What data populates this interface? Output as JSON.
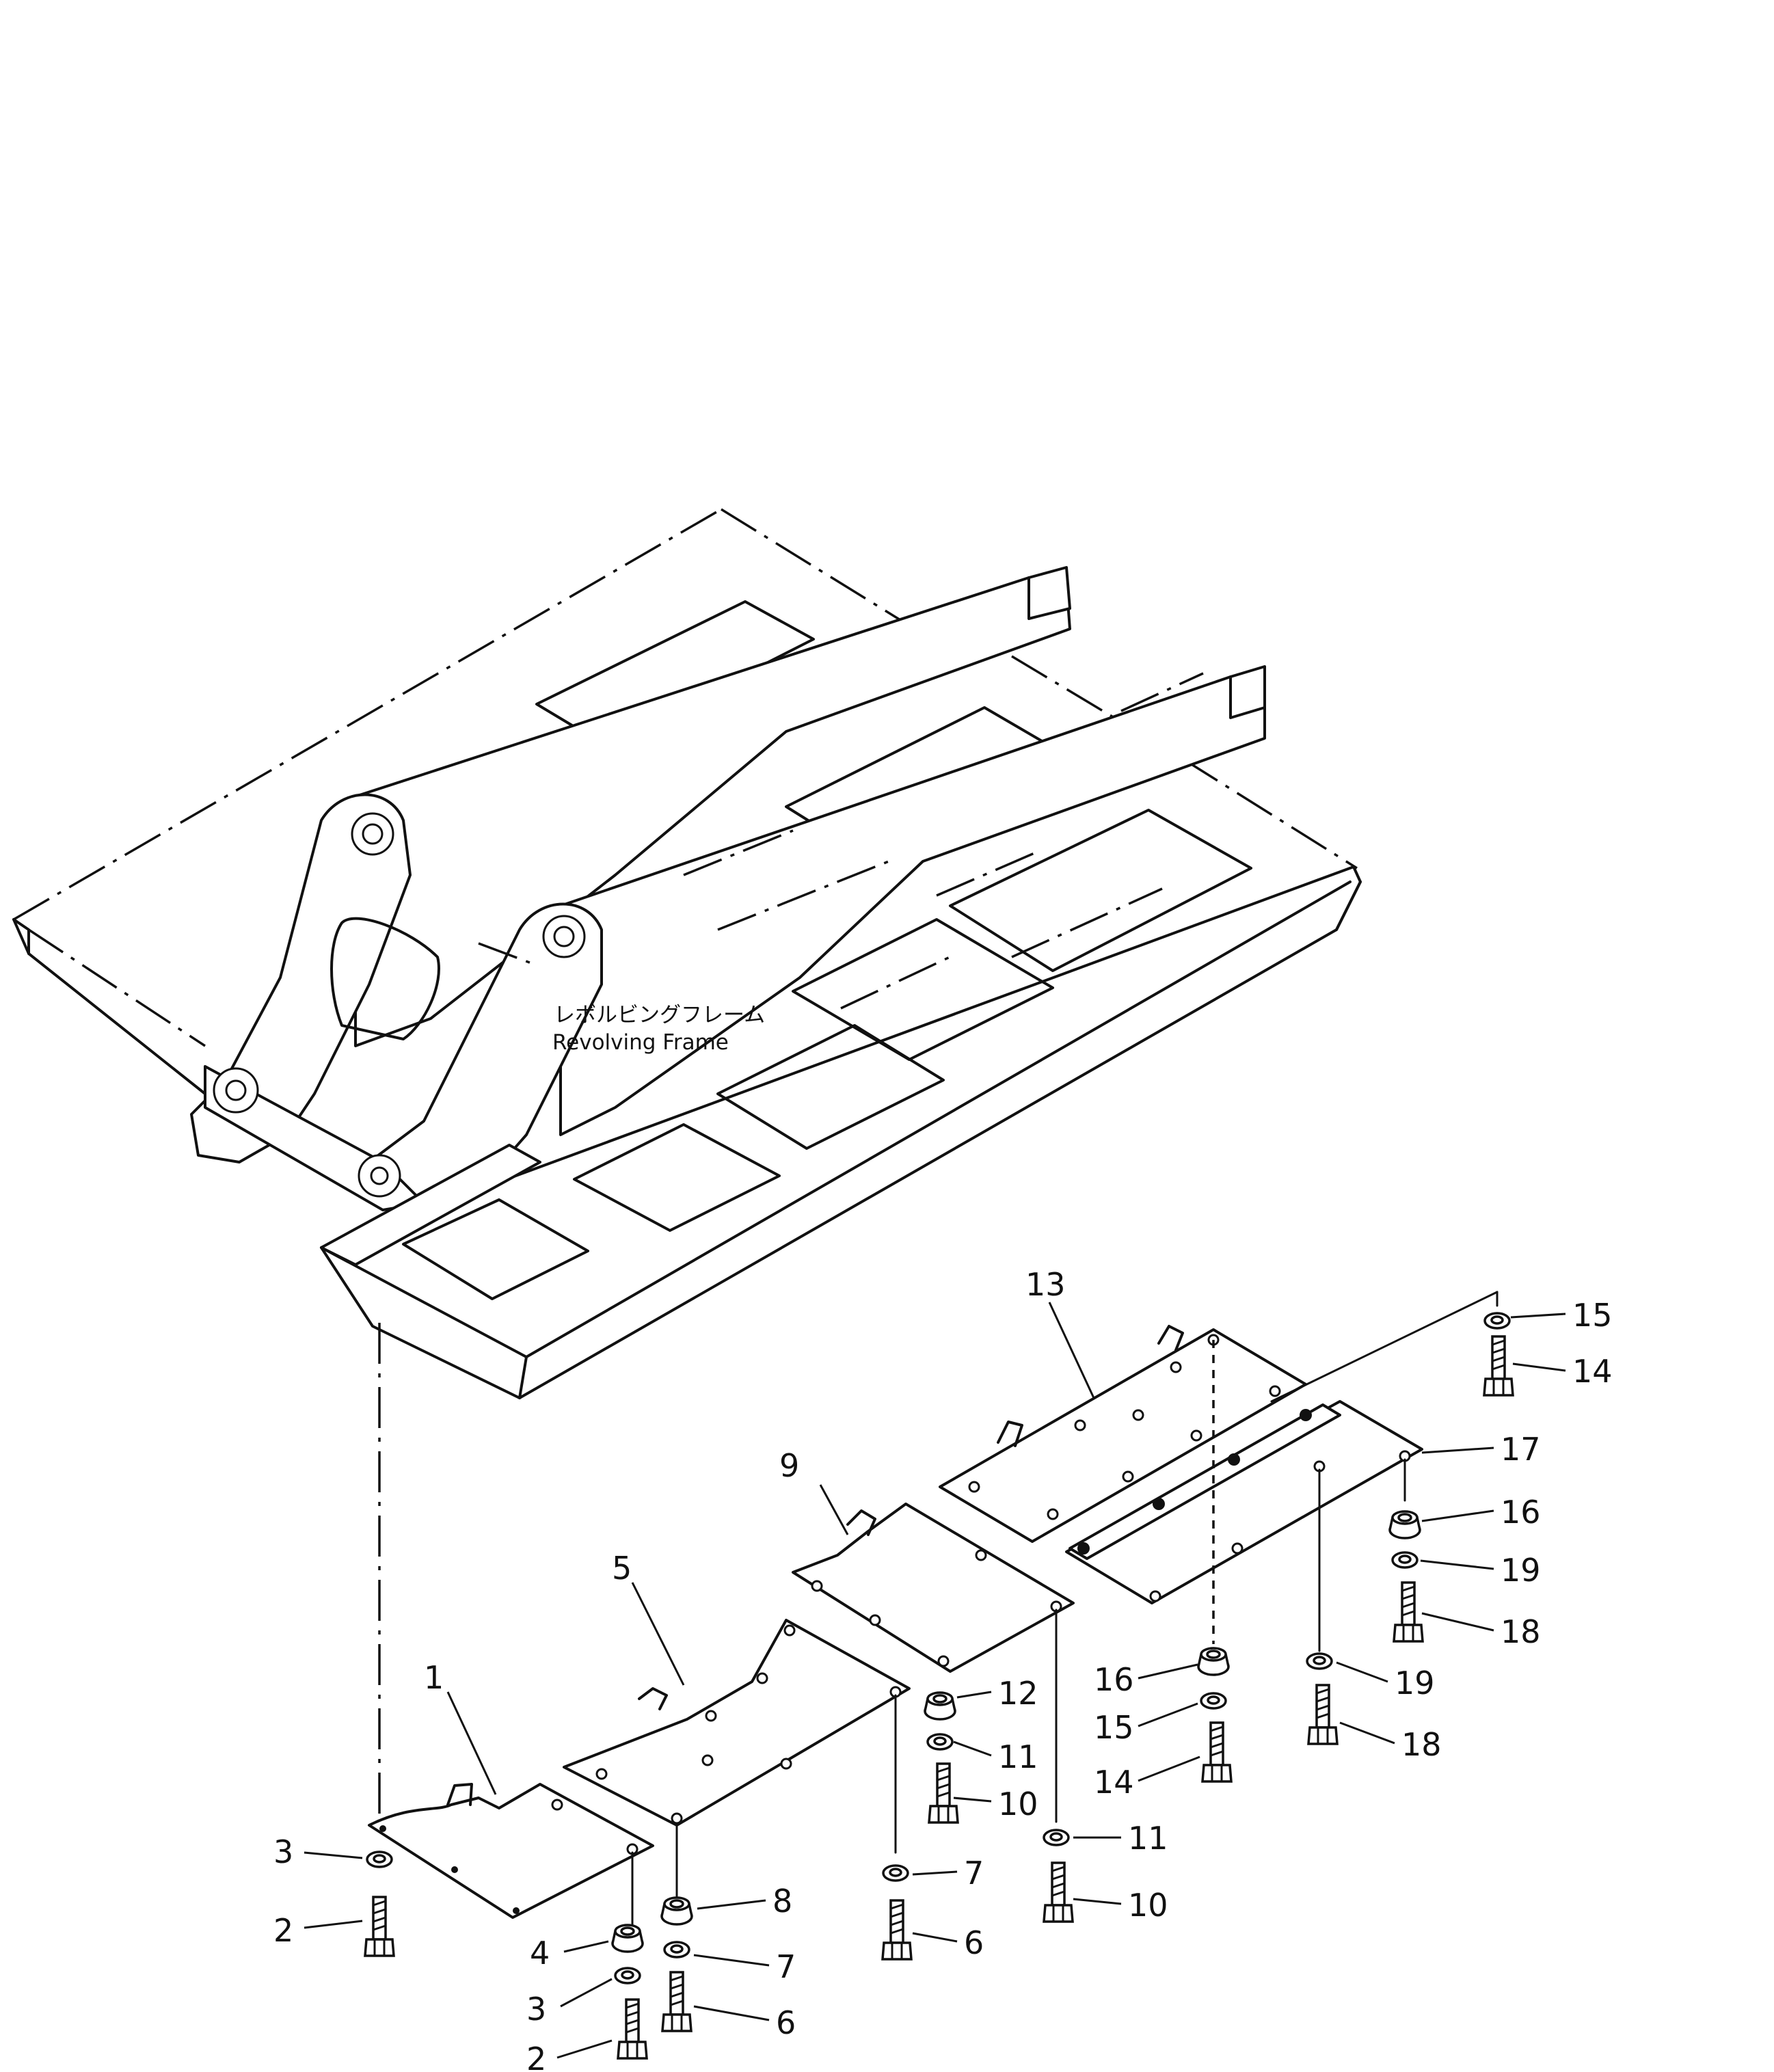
{
  "diagram": {
    "frame_label_jp": "レボルビングフレーム",
    "frame_label_en": "Revolving Frame",
    "callouts": [
      {
        "id": "c1",
        "text": "1"
      },
      {
        "id": "c2a",
        "text": "2"
      },
      {
        "id": "c2b",
        "text": "2"
      },
      {
        "id": "c3a",
        "text": "3"
      },
      {
        "id": "c3b",
        "text": "3"
      },
      {
        "id": "c4",
        "text": "4"
      },
      {
        "id": "c5",
        "text": "5"
      },
      {
        "id": "c6a",
        "text": "6"
      },
      {
        "id": "c6b",
        "text": "6"
      },
      {
        "id": "c7a",
        "text": "7"
      },
      {
        "id": "c7b",
        "text": "7"
      },
      {
        "id": "c8",
        "text": "8"
      },
      {
        "id": "c9",
        "text": "9"
      },
      {
        "id": "c10a",
        "text": "10"
      },
      {
        "id": "c10b",
        "text": "10"
      },
      {
        "id": "c11a",
        "text": "11"
      },
      {
        "id": "c11b",
        "text": "11"
      },
      {
        "id": "c12",
        "text": "12"
      },
      {
        "id": "c13",
        "text": "13"
      },
      {
        "id": "c14a",
        "text": "14"
      },
      {
        "id": "c14b",
        "text": "14"
      },
      {
        "id": "c15a",
        "text": "15"
      },
      {
        "id": "c15b",
        "text": "15"
      },
      {
        "id": "c16a",
        "text": "16"
      },
      {
        "id": "c16b",
        "text": "16"
      },
      {
        "id": "c17",
        "text": "17"
      },
      {
        "id": "c18a",
        "text": "18"
      },
      {
        "id": "c18b",
        "text": "18"
      },
      {
        "id": "c19a",
        "text": "19"
      },
      {
        "id": "c19b",
        "text": "19"
      }
    ]
  }
}
